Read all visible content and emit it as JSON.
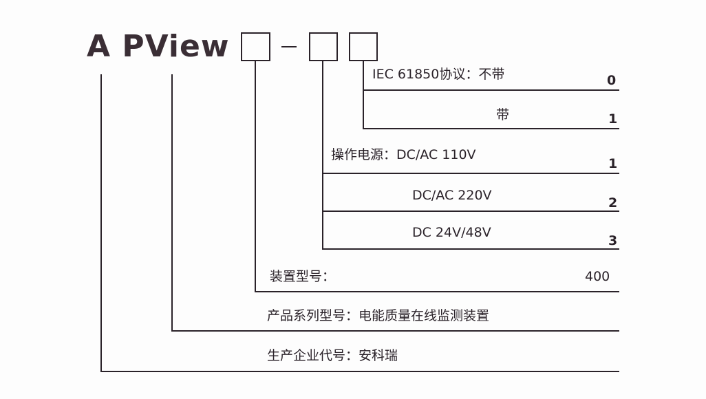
{
  "title": "A PView",
  "separator": "-",
  "iec_protocol": {
    "label": "IEC 61850协议：不带",
    "label_with": "带",
    "code_without": "0",
    "code_with": "1"
  },
  "power_supply": {
    "label": "操作电源：DC/AC 110V",
    "code_110": "1",
    "option_220": "DC/AC 220V",
    "code_220": "2",
    "option_24_48": "DC 24V/48V",
    "code_24_48": "3"
  },
  "device_model": {
    "label": "装置型号：",
    "value": "400"
  },
  "product_series": {
    "label": "产品系列型号：电能质量在线监测装置"
  },
  "manufacturer": {
    "label": "生产企业代号：安科瑞"
  }
}
